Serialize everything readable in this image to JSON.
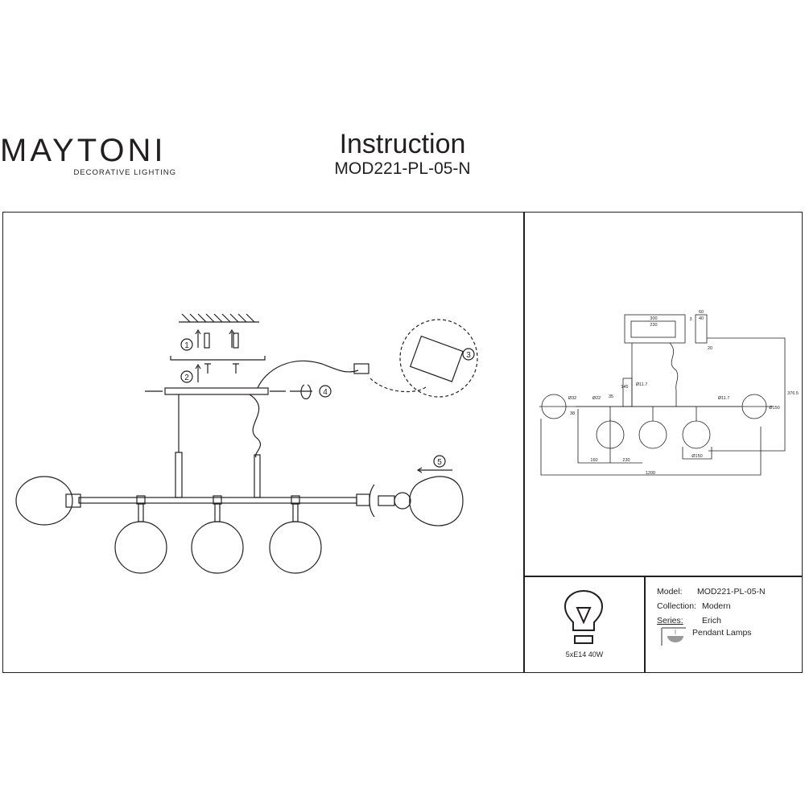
{
  "brand": {
    "name": "MAYTONI",
    "tagline": "DECORATIVE LIGHTING",
    "accent_color": "#7a1f5c"
  },
  "header": {
    "title": "Instruction",
    "model": "MOD221-PL-05-N"
  },
  "assembly": {
    "steps": [
      "1",
      "2",
      "3",
      "4",
      "5"
    ]
  },
  "dimensions": {
    "canopy_length": "300",
    "canopy_inner": "230",
    "canopy_depth_outer": "60",
    "canopy_depth_inner": "40",
    "canopy_height": "20",
    "canopy_side": "3",
    "rod_length": "145",
    "rod_diameter": "Ø11.7",
    "rod_diameter_right": "Ø11.7",
    "holder": "35",
    "end_socket": "Ø32",
    "end_length": "38",
    "bar_diameter": "Ø22",
    "offset": "160",
    "spacing": "230",
    "shade_diameter": "Ø150",
    "shade_diameter_side": "Ø150",
    "total_length": "1200",
    "total_height": "376.5"
  },
  "specs": {
    "bulb": "5xE14 40W",
    "model_label": "Model:",
    "model_value": "MOD221-PL-05-N",
    "collection_label": "Collection:",
    "collection_value": "Modern",
    "series_label": "Series:",
    "series_value": "Erich",
    "type_value": "Pendant Lamps"
  }
}
